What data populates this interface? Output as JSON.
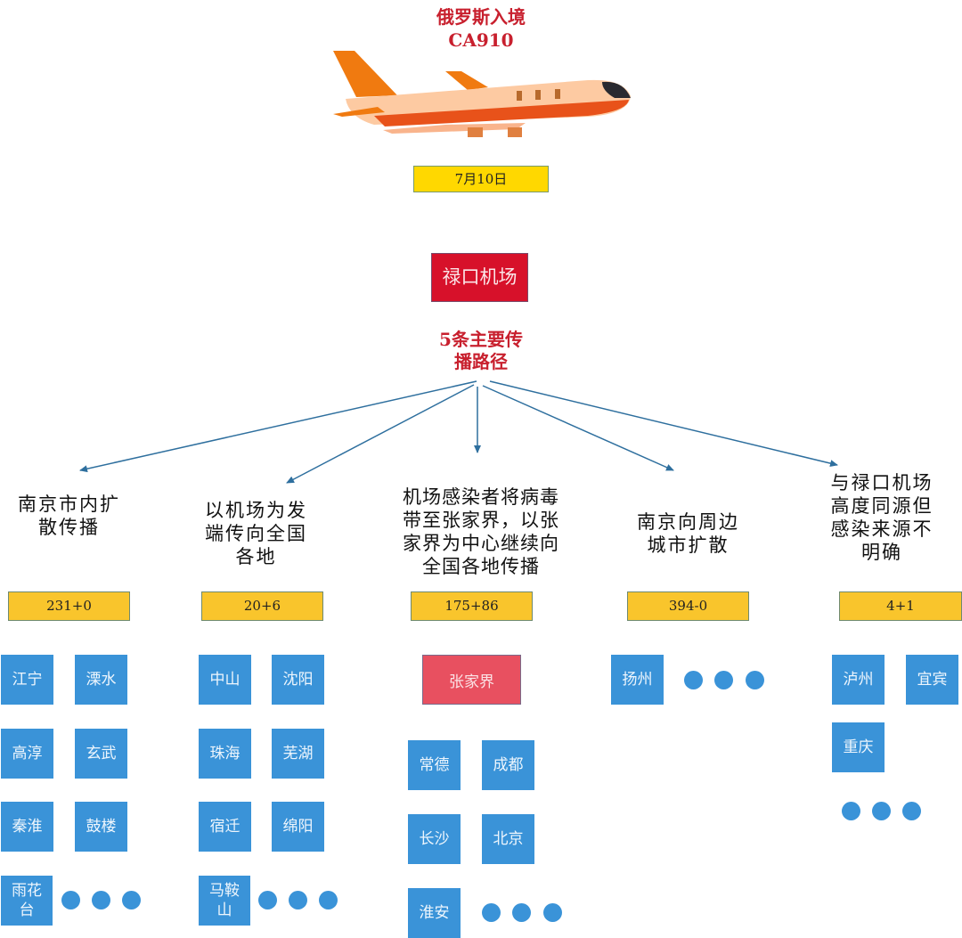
{
  "header": {
    "origin": "俄罗斯入境",
    "flight": "CA910",
    "date": "7月10日",
    "plane_icon": "airplane-icon"
  },
  "airport": {
    "label": "禄口机场"
  },
  "routes_title": {
    "line1": "5条主要传",
    "line2": "播路径"
  },
  "colors": {
    "title_red": "#c8202e",
    "airport_red": "#d7112a",
    "count_yellow": "#f9c52c",
    "date_yellow": "#ffd800",
    "city_blue": "#3a93d8",
    "hub_pink": "#e85060",
    "arrow_blue": "#2e6f9e"
  },
  "routes": [
    {
      "desc_lines": [
        "南京市内扩",
        "散传播"
      ],
      "count": "231+0",
      "cities": [
        "江宁",
        "溧水",
        "高淳",
        "玄武",
        "秦淮",
        "鼓楼",
        "雨花台"
      ],
      "more": "…"
    },
    {
      "desc_lines": [
        "以机场为发",
        "端传向全国",
        "各地"
      ],
      "count": "20+6",
      "cities": [
        "中山",
        "沈阳",
        "珠海",
        "芜湖",
        "宿迁",
        "绵阳",
        "马鞍山"
      ],
      "more": "…"
    },
    {
      "desc_lines": [
        "机场感染者将病毒",
        "带至张家界，以张",
        "家界为中心继续向",
        "全国各地传播"
      ],
      "count": "175+86",
      "hub": "张家界",
      "cities": [
        "常德",
        "成都",
        "长沙",
        "北京",
        "淮安"
      ],
      "more": "…"
    },
    {
      "desc_lines": [
        "南京向周边",
        "城市扩散"
      ],
      "count": "394-0",
      "cities": [
        "扬州"
      ],
      "more": "…"
    },
    {
      "desc_lines": [
        "与禄口机场",
        "高度同源但",
        "感染来源不",
        "明确"
      ],
      "count": "4+1",
      "cities": [
        "泸州",
        "宜宾",
        "重庆"
      ],
      "more": "…"
    }
  ]
}
